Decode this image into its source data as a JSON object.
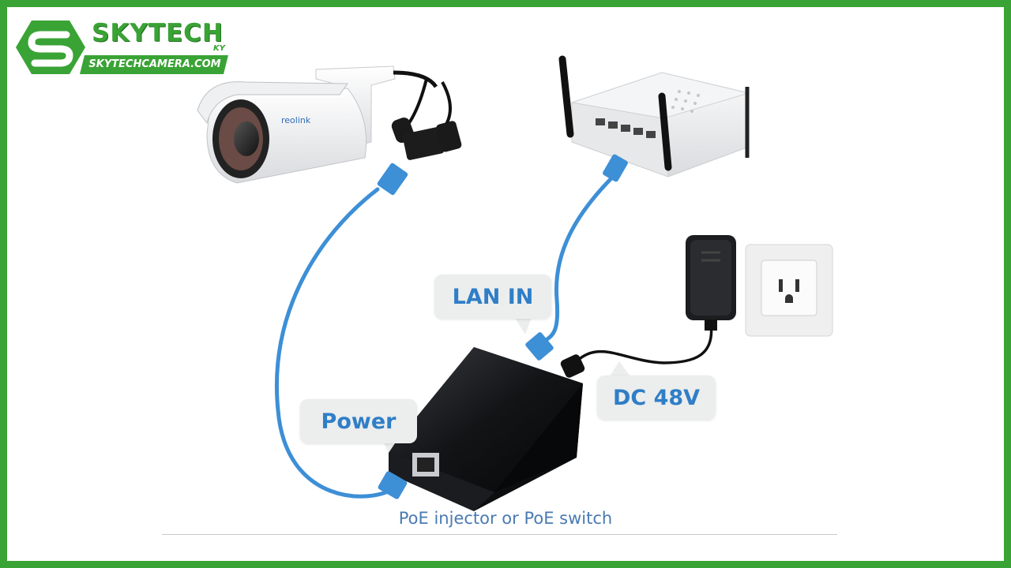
{
  "logo": {
    "brand": "SKYTECH",
    "suffix": "KY",
    "website": "SKYTECHCAMERA.COM",
    "brand_color": "#3aa335"
  },
  "labels": {
    "lan_in": "LAN IN",
    "power": "Power",
    "dc": "DC 48V",
    "caption": "PoE injector or PoE switch",
    "camera_brand": "reolink"
  },
  "colors": {
    "frame": "#3aa335",
    "cable": "#3d8fd6",
    "label_text": "#2f7ec7",
    "bubble_bg": "#eceded"
  },
  "icons": {
    "camera": "bullet-camera-icon",
    "router": "wireless-router-icon",
    "injector": "poe-injector-icon",
    "adapter": "power-adapter-icon",
    "outlet": "wall-outlet-icon"
  }
}
